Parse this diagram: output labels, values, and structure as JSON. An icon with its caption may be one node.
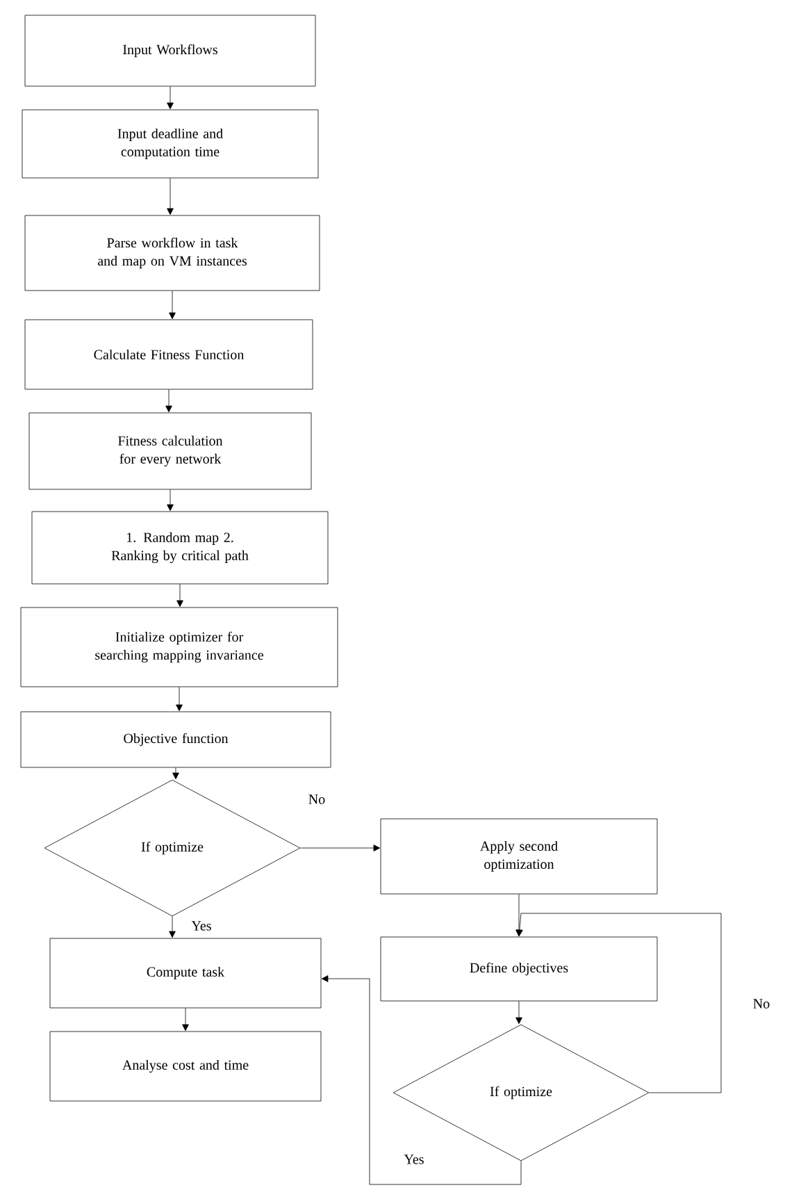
{
  "diagram": {
    "nodes": [
      {
        "text": [
          "Input Workflows"
        ]
      },
      {
        "text": [
          "Input deadline and computation time"
        ]
      },
      {
        "text": [
          "Parse workflow in task and map on VM instances"
        ]
      },
      {
        "text": [
          "Calculate Fitness Function"
        ]
      },
      {
        "text": [
          "Fitness calculation for every network"
        ]
      },
      {
        "text": [
          "1. Random map 2. Ranking by critical path"
        ]
      },
      {
        "text": [
          "Initialize optimizer for searching mapping invariance"
        ]
      },
      {
        "text": [
          "Objective function"
        ]
      },
      {
        "text": [
          "If optimize"
        ]
      },
      {
        "text": [
          "Apply second optimization"
        ]
      },
      {
        "text": [
          "Compute task"
        ]
      },
      {
        "text": [
          "Define objectives"
        ]
      },
      {
        "text": [
          "Analyse cost and time"
        ]
      },
      {
        "text": [
          "If optimize"
        ]
      }
    ],
    "edges": [
      {
        "from": 0,
        "to": 1,
        "arrow": "to"
      },
      {
        "from": 1,
        "to": 2,
        "arrow": "to"
      },
      {
        "from": 2,
        "to": 3,
        "arrow": "to"
      },
      {
        "from": 3,
        "to": 4,
        "arrow": "to"
      },
      {
        "from": 4,
        "to": 5,
        "arrow": "to"
      },
      {
        "from": 5,
        "to": 6,
        "arrow": "to"
      },
      {
        "from": 6,
        "to": 7,
        "arrow": "to"
      },
      {
        "from": 7,
        "to": 8,
        "arrow": "to"
      },
      {
        "from": 8,
        "to": 9,
        "arrow": "to",
        "label": "No"
      },
      {
        "from": 8,
        "to": 10,
        "arrow": "to",
        "label": "Yes"
      },
      {
        "from": 9,
        "to": 11,
        "arrow": "to"
      },
      {
        "from": 10,
        "to": 12,
        "arrow": "to"
      },
      {
        "from": 11,
        "to": 13,
        "arrow": "to"
      },
      {
        "from": 13,
        "to": 11,
        "arrow": "to",
        "label": "No"
      },
      {
        "from": 13,
        "to": 10,
        "arrow": "to",
        "label": "Yes"
      }
    ]
  }
}
